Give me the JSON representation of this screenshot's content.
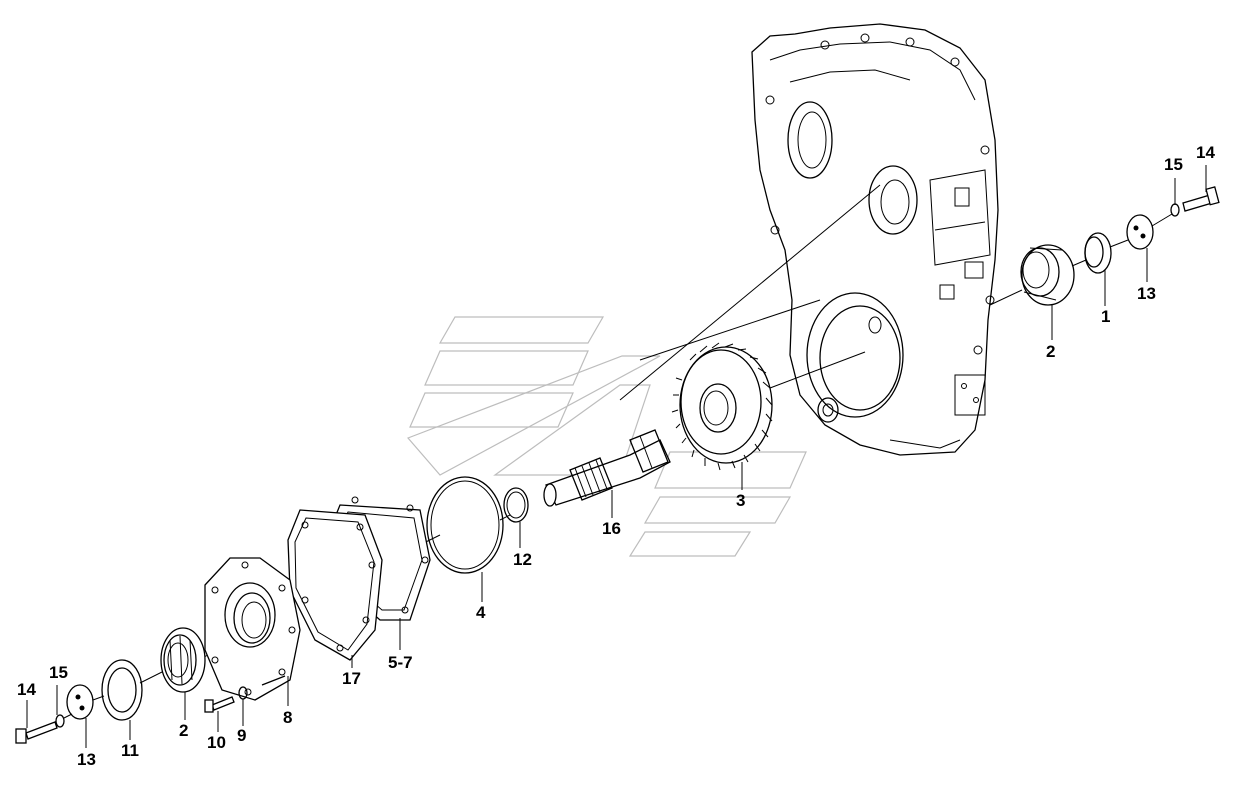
{
  "diagram": {
    "type": "exploded-parts-view",
    "labels": [
      {
        "id": "label-1",
        "text": "1"
      },
      {
        "id": "label-2-right",
        "text": "2"
      },
      {
        "id": "label-2-left",
        "text": "2"
      },
      {
        "id": "label-3",
        "text": "3"
      },
      {
        "id": "label-4",
        "text": "4"
      },
      {
        "id": "label-5-7",
        "text": "5-7"
      },
      {
        "id": "label-8",
        "text": "8"
      },
      {
        "id": "label-9",
        "text": "9"
      },
      {
        "id": "label-10",
        "text": "10"
      },
      {
        "id": "label-11",
        "text": "11"
      },
      {
        "id": "label-12",
        "text": "12"
      },
      {
        "id": "label-13-right",
        "text": "13"
      },
      {
        "id": "label-13-left",
        "text": "13"
      },
      {
        "id": "label-14-right",
        "text": "14"
      },
      {
        "id": "label-14-left",
        "text": "14"
      },
      {
        "id": "label-15-right",
        "text": "15"
      },
      {
        "id": "label-15-left",
        "text": "15"
      },
      {
        "id": "label-16",
        "text": "16"
      },
      {
        "id": "label-17",
        "text": "17"
      }
    ]
  }
}
